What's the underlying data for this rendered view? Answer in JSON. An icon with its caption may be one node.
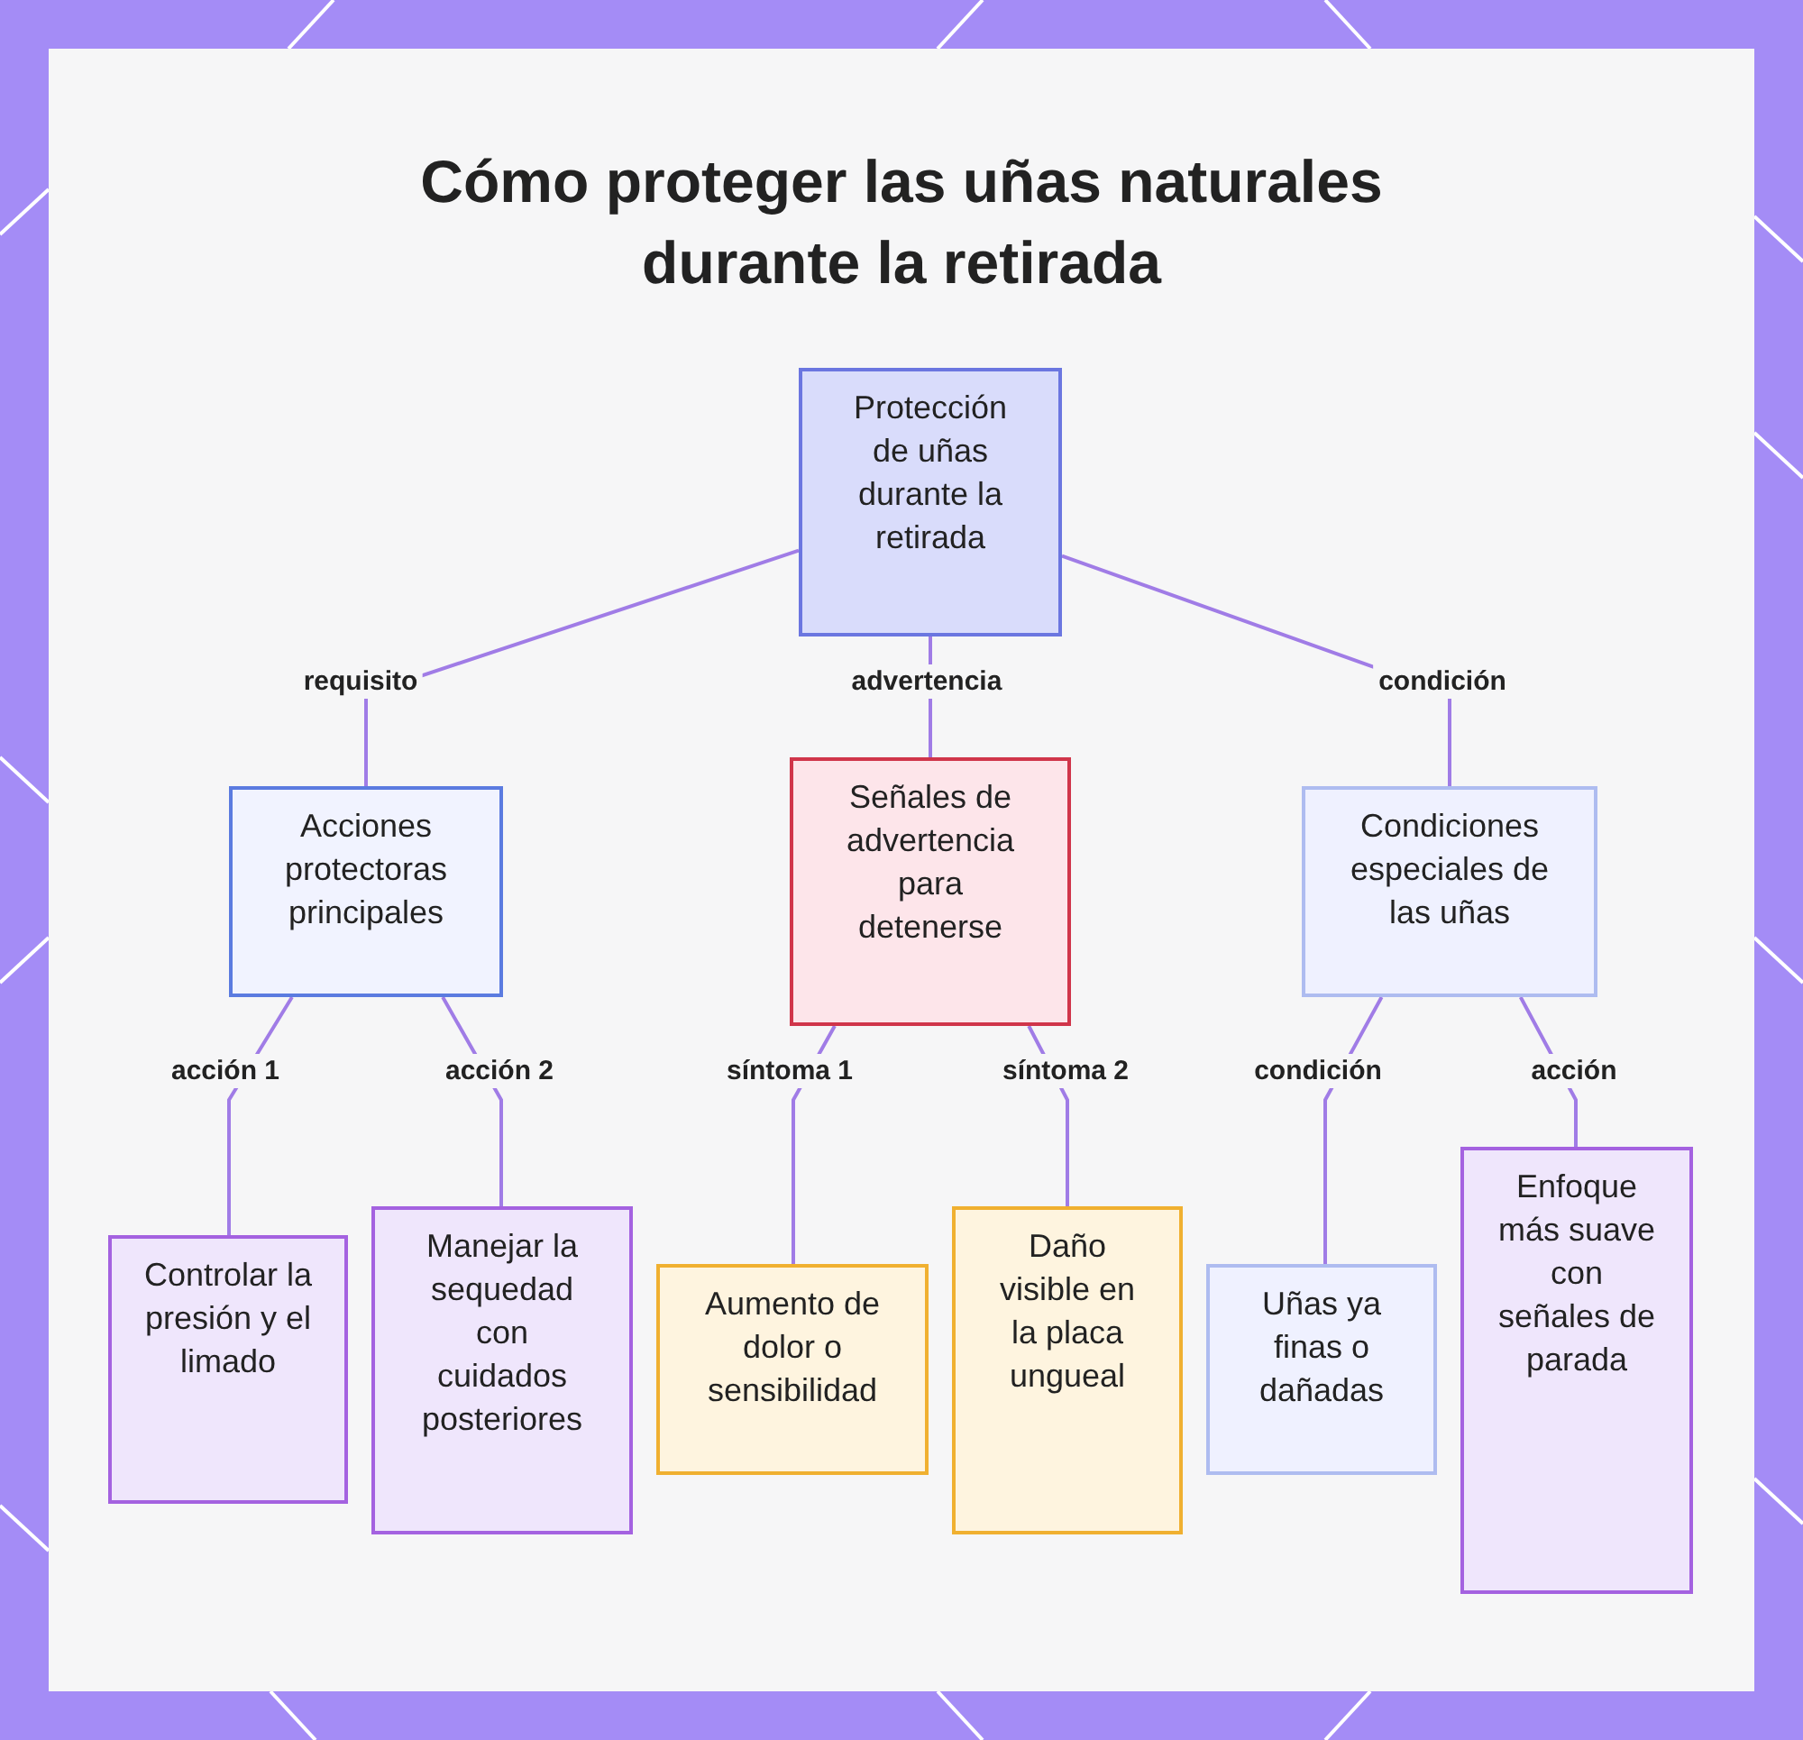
{
  "diagram": {
    "title": "Cómo proteger las uñas naturales durante la retirada",
    "nodes": [
      {
        "text": [
          "Protección de uñas durante la retirada"
        ]
      },
      {
        "text": [
          "Acciones protectoras principales"
        ]
      },
      {
        "text": [
          "Señales de advertencia para detenerse"
        ]
      },
      {
        "text": [
          "Condiciones especiales de las uñas"
        ]
      },
      {
        "text": [
          "Controlar la presión y el limado"
        ]
      },
      {
        "text": [
          "Manejar la sequedad con cuidados posteriores"
        ]
      },
      {
        "text": [
          "Aumento de dolor o sensibilidad"
        ]
      },
      {
        "text": [
          "Daño visible en la placa ungueal"
        ]
      },
      {
        "text": [
          "Uñas ya finas o dañadas"
        ]
      },
      {
        "text": [
          "Enfoque más suave con señales de parada"
        ]
      }
    ],
    "edges": [
      {
        "from": 0,
        "to": 1,
        "arrow": "none",
        "label": "requisito"
      },
      {
        "from": 0,
        "to": 2,
        "arrow": "none",
        "label": "advertencia"
      },
      {
        "from": 0,
        "to": 3,
        "arrow": "none",
        "label": "condición"
      },
      {
        "from": 1,
        "to": 4,
        "arrow": "none",
        "label": "acción 1"
      },
      {
        "from": 1,
        "to": 5,
        "arrow": "none",
        "label": "acción 2"
      },
      {
        "from": 2,
        "to": 6,
        "arrow": "none",
        "label": "síntoma 1"
      },
      {
        "from": 2,
        "to": 7,
        "arrow": "none",
        "label": "síntoma 2"
      },
      {
        "from": 3,
        "to": 8,
        "arrow": "none",
        "label": "condición"
      },
      {
        "from": 3,
        "to": 9,
        "arrow": "none",
        "label": "acción"
      }
    ]
  }
}
